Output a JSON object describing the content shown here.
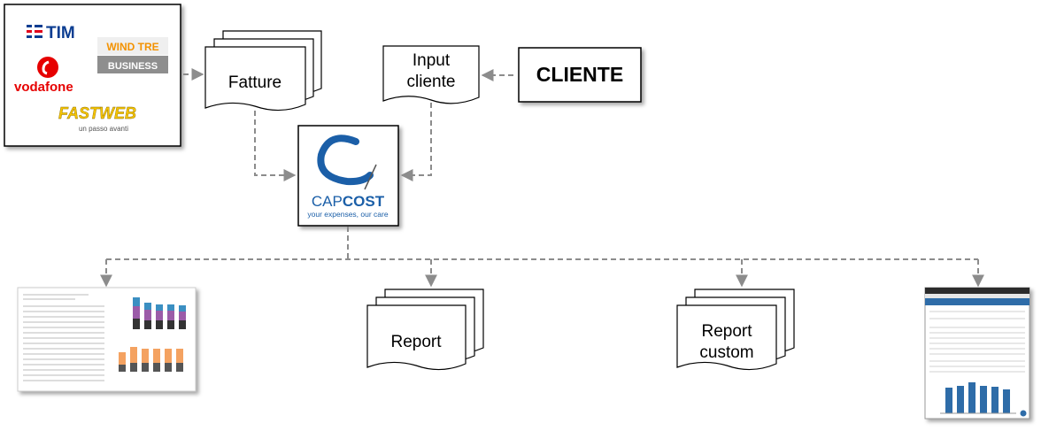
{
  "operators": {
    "tim": "TIM",
    "vodafone": "vodafone",
    "windtre_top": "WIND TRE",
    "windtre_bottom": "BUSINESS",
    "fastweb": "FASTWEB",
    "fastweb_tagline": "un passo avanti"
  },
  "nodes": {
    "fatture": "Fatture",
    "input_cliente_line1": "Input",
    "input_cliente_line2": "cliente",
    "cliente": "CLIENTE",
    "report": "Report",
    "report_custom_line1": "Report",
    "report_custom_line2": "custom"
  },
  "capcost": {
    "name_cap": "CAP",
    "name_cost": "COST",
    "tagline": "your expenses, our care"
  },
  "colors": {
    "arrow": "#8c8c8c",
    "tim_blue": "#0b3d91",
    "tim_red": "#e2001a",
    "vodafone_red": "#e60000",
    "windtre_orange": "#f39200",
    "fastweb_yellow": "#f6c400",
    "capcost_blue": "#1b5fa8",
    "bar_blue": "#2e6ca8"
  }
}
